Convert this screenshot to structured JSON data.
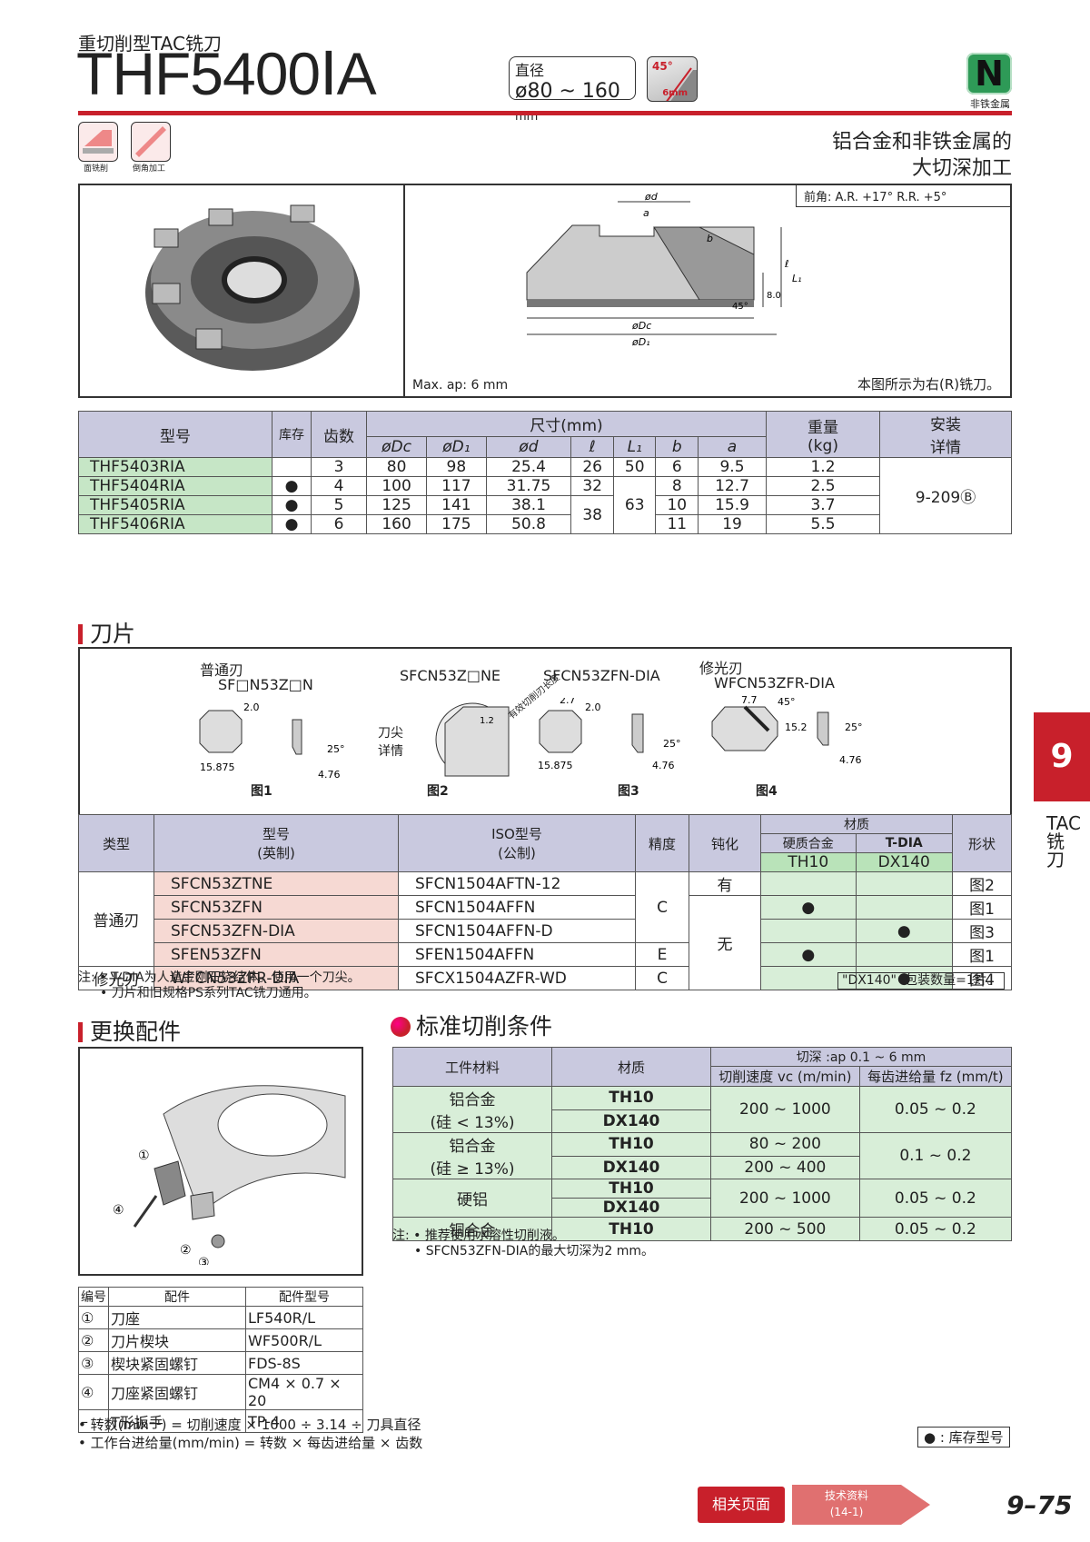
{
  "header": {
    "subtitle": "重切削型TAC铣刀",
    "title": "THF5400ⅠA",
    "diameter_label": "直径",
    "diameter_value": "ø80 ~ 160",
    "diameter_unit": "mm",
    "angle": "45°",
    "depth": "6mm",
    "category_badge": "N",
    "category_label": "非铁金属",
    "icon1_caption": "面铣削",
    "icon2_caption": "倒角加工",
    "desc_line1": "铝合金和非铁金属的",
    "desc_line2": "大切深加工",
    "accent_color": "#c8202b"
  },
  "figure": {
    "rake": "前角:   A.R. +17°   R.R. +5°",
    "max_ap": "Max. ap: 6 mm",
    "right_note": "本图所示为右(R)铣刀。",
    "dim_labels": [
      "ød",
      "a",
      "b",
      "ℓ",
      "L₁",
      "45°",
      "8.0",
      "øDc",
      "øD₁"
    ]
  },
  "main_table": {
    "h_model": "型号",
    "h_stock": "库存",
    "h_teeth": "齿数",
    "h_dim": "尺寸(mm)",
    "h_weight": "重量",
    "h_weight_unit": "(kg)",
    "h_install": "安装",
    "h_install2": "详情",
    "cols": [
      "øDc",
      "øD₁",
      "ød",
      "ℓ",
      "L₁",
      "b",
      "a"
    ],
    "rows": [
      {
        "model": "THF5403RIA",
        "stock": "",
        "teeth": "3",
        "dc": "80",
        "d1": "98",
        "d": "25.4",
        "l": "26",
        "l1": "50",
        "b": "6",
        "a": "9.5",
        "w": "1.2"
      },
      {
        "model": "THF5404RIA",
        "stock": "●",
        "teeth": "4",
        "dc": "100",
        "d1": "117",
        "d": "31.75",
        "l": "32",
        "l1": "",
        "b": "8",
        "a": "12.7",
        "w": "2.5"
      },
      {
        "model": "THF5405RIA",
        "stock": "●",
        "teeth": "5",
        "dc": "125",
        "d1": "141",
        "d": "38.1",
        "l": "38",
        "l1": "63",
        "b": "10",
        "a": "15.9",
        "w": "3.7"
      },
      {
        "model": "THF5406RIA",
        "stock": "●",
        "teeth": "6",
        "dc": "160",
        "d1": "175",
        "d": "50.8",
        "l": "",
        "l1": "",
        "b": "11",
        "a": "19",
        "w": "5.5"
      }
    ],
    "install_detail": "9-209Ⓑ"
  },
  "inserts": {
    "section_title": "刀片",
    "fig1_title": "普通刃",
    "fig1_model": "SF□N53Z□N",
    "fig2_model": "SFCN53Z□NE",
    "fig2_tip": "刀尖",
    "fig2_tip2": "详情",
    "fig3_model": "SFCN53ZFN-DIA",
    "fig3_note": "有效切削刃长度",
    "fig4_title": "修光刃",
    "fig4_model": "WFCN53ZFR-DIA",
    "fig_labels": [
      "图1",
      "图2",
      "图3",
      "图4"
    ],
    "dims": {
      "d20": "2.0",
      "d1587": "15.875",
      "d25": "25°",
      "d476": "4.76",
      "d12": "1.2",
      "d27": "2.7",
      "d77": "7.7",
      "d45": "45°",
      "d152": "15.2"
    },
    "h_type": "类型",
    "h_model": "型号",
    "h_model2": "(英制)",
    "h_iso": "ISO型号",
    "h_iso2": "(公制)",
    "h_acc": "精度",
    "h_hone": "钝化",
    "h_material": "材质",
    "h_carbide": "硬质合金",
    "h_tdia": "T-DIA",
    "h_th10": "TH10",
    "h_dx140": "DX140",
    "h_shape": "形状",
    "type_normal": "普通刃",
    "type_wiper": "修光刃",
    "hone_yes": "有",
    "hone_no": "无",
    "rows": [
      {
        "model": "SFCN53ZTNE",
        "iso": "SFCN1504AFTN-12",
        "th10": "",
        "dx140": "",
        "shape": "图2"
      },
      {
        "model": "SFCN53ZFN",
        "iso": "SFCN1504AFFN",
        "th10": "●",
        "dx140": "",
        "shape": "图1"
      },
      {
        "model": "SFCN53ZFN-DIA",
        "iso": "SFCN1504AFFN-D",
        "th10": "",
        "dx140": "●",
        "shape": "图3"
      },
      {
        "model": "SFEN53ZFN",
        "iso": "SFEN1504AFFN",
        "th10": "●",
        "dx140": "",
        "shape": "图1"
      },
      {
        "model": "WFCN53ZFR-DIA",
        "iso": "SFCX1504AZFR-WD",
        "th10": "",
        "dx140": "●",
        "shape": "图4"
      }
    ],
    "acc_c": "C",
    "acc_e": "E",
    "note1": "注: • T-DIA为人造金刚石烧结体。使用一个刀尖。",
    "note2": "• 刀片和旧规格PS系列TAC铣刀通用。",
    "pack_note": "\"DX140\" :包装数量=1片。"
  },
  "parts": {
    "section_title": "更换配件",
    "callouts": [
      "①",
      "②",
      "③",
      "④"
    ],
    "h_no": "编号",
    "h_part": "配件",
    "h_partno": "配件型号",
    "rows": [
      {
        "no": "①",
        "name": "刀座",
        "pn": "LF540R/L"
      },
      {
        "no": "②",
        "name": "刀片楔块",
        "pn": "WF500R/L"
      },
      {
        "no": "③",
        "name": "楔块紧固螺钉",
        "pn": "FDS-8S"
      },
      {
        "no": "④",
        "name": "刀座紧固螺钉",
        "pn": "CM4 × 0.7 × 20"
      },
      {
        "no": "–",
        "name": "T形扳手",
        "pn": "TP-4"
      }
    ],
    "formula1": "• 转数(min⁻¹) = 切削速度 × 1000 ÷ 3.14 ÷ 刀具直径",
    "formula2": "• 工作台进给量(mm/min) = 转数 × 每齿进给量 × 齿数"
  },
  "cutting": {
    "section_title": "标准切削条件",
    "h_workpiece": "工件材料",
    "h_grade": "材质",
    "h_depth": "切深 :ap 0.1 ~ 6 mm",
    "h_speed": "切削速度 vc (m/min)",
    "h_feed": "每齿进给量 fz (mm/t)",
    "m1a": "铝合金",
    "m1b": "(硅 < 13%)",
    "m2a": "铝合金",
    "m2b": "(硅 ≥ 13%)",
    "m3": "硬铝",
    "m4": "铜合金",
    "th10": "TH10",
    "dx140": "DX140",
    "s1": "200 ~ 1000",
    "f1": "0.05 ~ 0.2",
    "s2a": "80 ~ 200",
    "s2b": "200 ~ 400",
    "f2": "0.1 ~ 0.2",
    "s3": "200 ~ 1000",
    "f3": "0.05 ~ 0.2",
    "s4": "200 ~ 500",
    "f4": "0.05 ~ 0.2",
    "note1": "注: • 推荐使用水溶性切削液。",
    "note2": "• SFCN53ZFN-DIA的最大切深为2 mm。"
  },
  "footer": {
    "legend": "● : 库存型号",
    "related": "相关页面",
    "tech": "技术资料",
    "tech_ref": "(14-1)",
    "page": "9–75"
  },
  "side": {
    "chapter": "9",
    "label": "TAC铣刀"
  }
}
